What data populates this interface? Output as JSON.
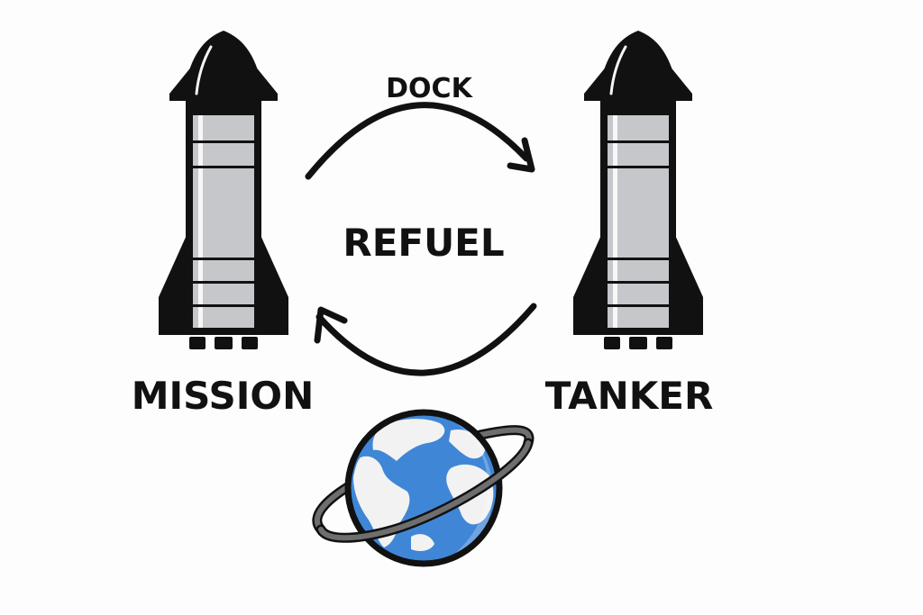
{
  "labels": {
    "dock": "DOCK",
    "refuel": "REFUEL",
    "mission": "MISSION",
    "tanker": "TANKER"
  },
  "colors": {
    "background": "#fdfdfd",
    "ink": "#111111",
    "hull": "#c6c7cb",
    "ocean": "#3f86d6",
    "land": "#f2f2f2",
    "ring": "#6e6e6e"
  },
  "icons": {
    "mission_ship": "rocket-icon",
    "tanker_ship": "rocket-icon",
    "planet": "earth-globe-icon"
  }
}
